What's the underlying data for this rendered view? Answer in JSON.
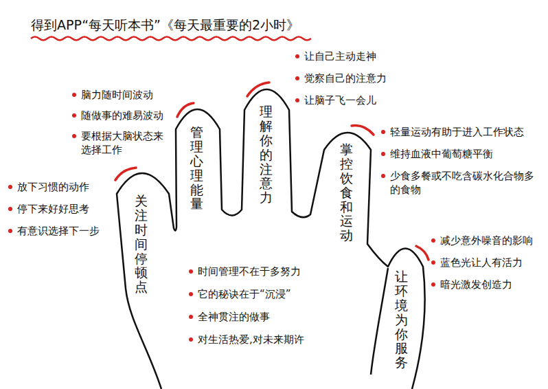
{
  "diagram": {
    "title": "得到APP“每天听本书”《每天最重要的2小时》",
    "nodes": [
      {
        "text": [
          "关注时间停顿点"
        ]
      },
      {
        "text": [
          "管理心理能量"
        ]
      },
      {
        "text": [
          "理解你的注意力"
        ]
      },
      {
        "text": [
          "掌控饮食和运动"
        ]
      },
      {
        "text": [
          "让环境为你服务"
        ]
      }
    ],
    "labels": [
      "放下习惯的动作",
      "停下来好好思考",
      "有意识选择下一步",
      "脑力随时间波动",
      "随做事的难易波动",
      "要根据大脑状态来选择工作",
      "让自己主动走神",
      "觉察自己的注意力",
      "让脑子飞一会儿",
      "轻量运动有助于进入工作状态",
      "维持血液中葡萄糖平衡",
      "少食多餐或不吃含碳水化合物多的食物",
      "减少意外噪音的影响",
      "蓝色光让人有活力",
      "暗光激发创造力",
      "时间管理不在于多努力",
      "它的秘诀在于“沉浸”",
      "全神贯注的做事",
      "对生活热爱,对未来期许"
    ]
  }
}
